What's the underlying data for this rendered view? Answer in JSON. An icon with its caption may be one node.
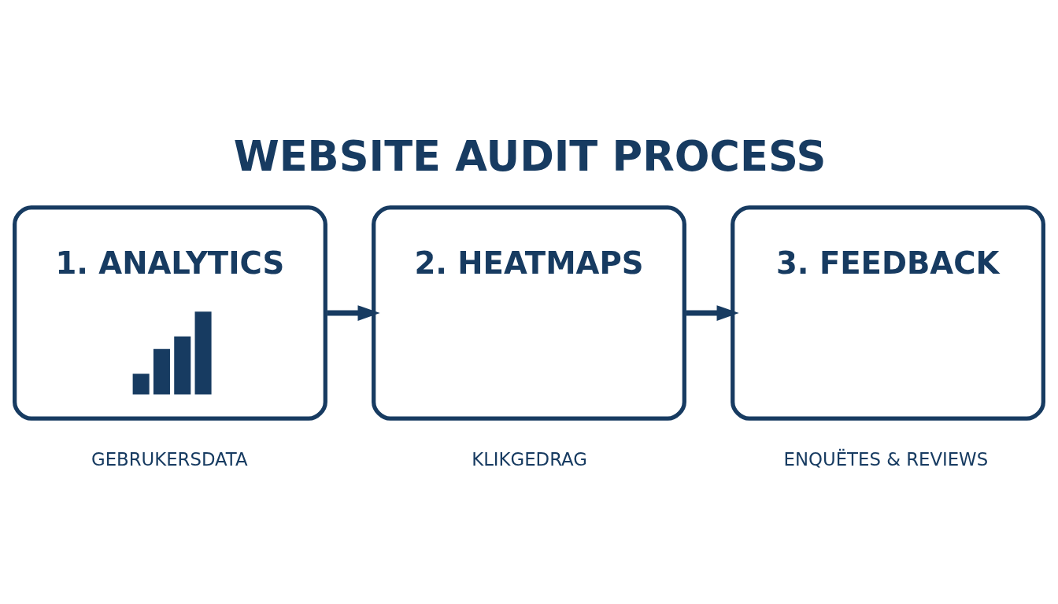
{
  "diagram": {
    "title": "WEBSITE AUDIT PROCESS",
    "nodes": [
      {
        "text": [
          "1. ANALYTICS"
        ],
        "beside": [
          "GEBRUKERSDATA"
        ]
      },
      {
        "text": [
          "2. HEATMAPS"
        ],
        "beside": [
          "KLIKGEDRAG"
        ]
      },
      {
        "text": [
          "3. FEEDBACK"
        ],
        "beside": [
          "ENQUËTES & REVIEWS"
        ]
      }
    ],
    "edges": [
      {
        "from": 0,
        "to": 1,
        "arrow": "to"
      },
      {
        "from": 1,
        "to": 2,
        "arrow": "to"
      }
    ]
  }
}
